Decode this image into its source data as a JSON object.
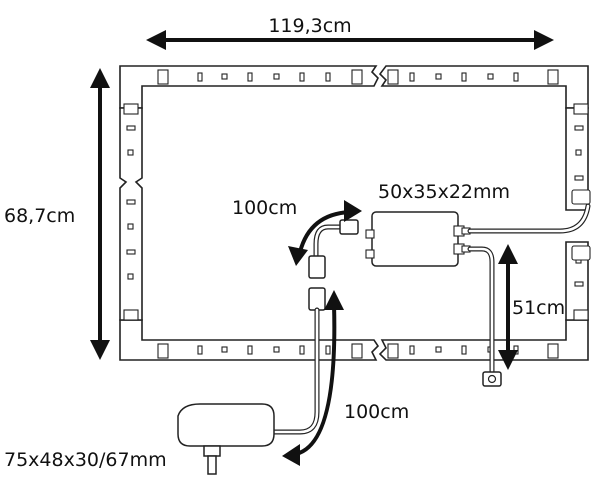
{
  "labels": {
    "width": "119,3cm",
    "height": "68,7cm",
    "controller_size": "50x35x22mm",
    "cable_top": "100cm",
    "cable_right": "51cm",
    "cable_bottom": "100cm",
    "adapter_size": "75x48x30/67mm"
  }
}
